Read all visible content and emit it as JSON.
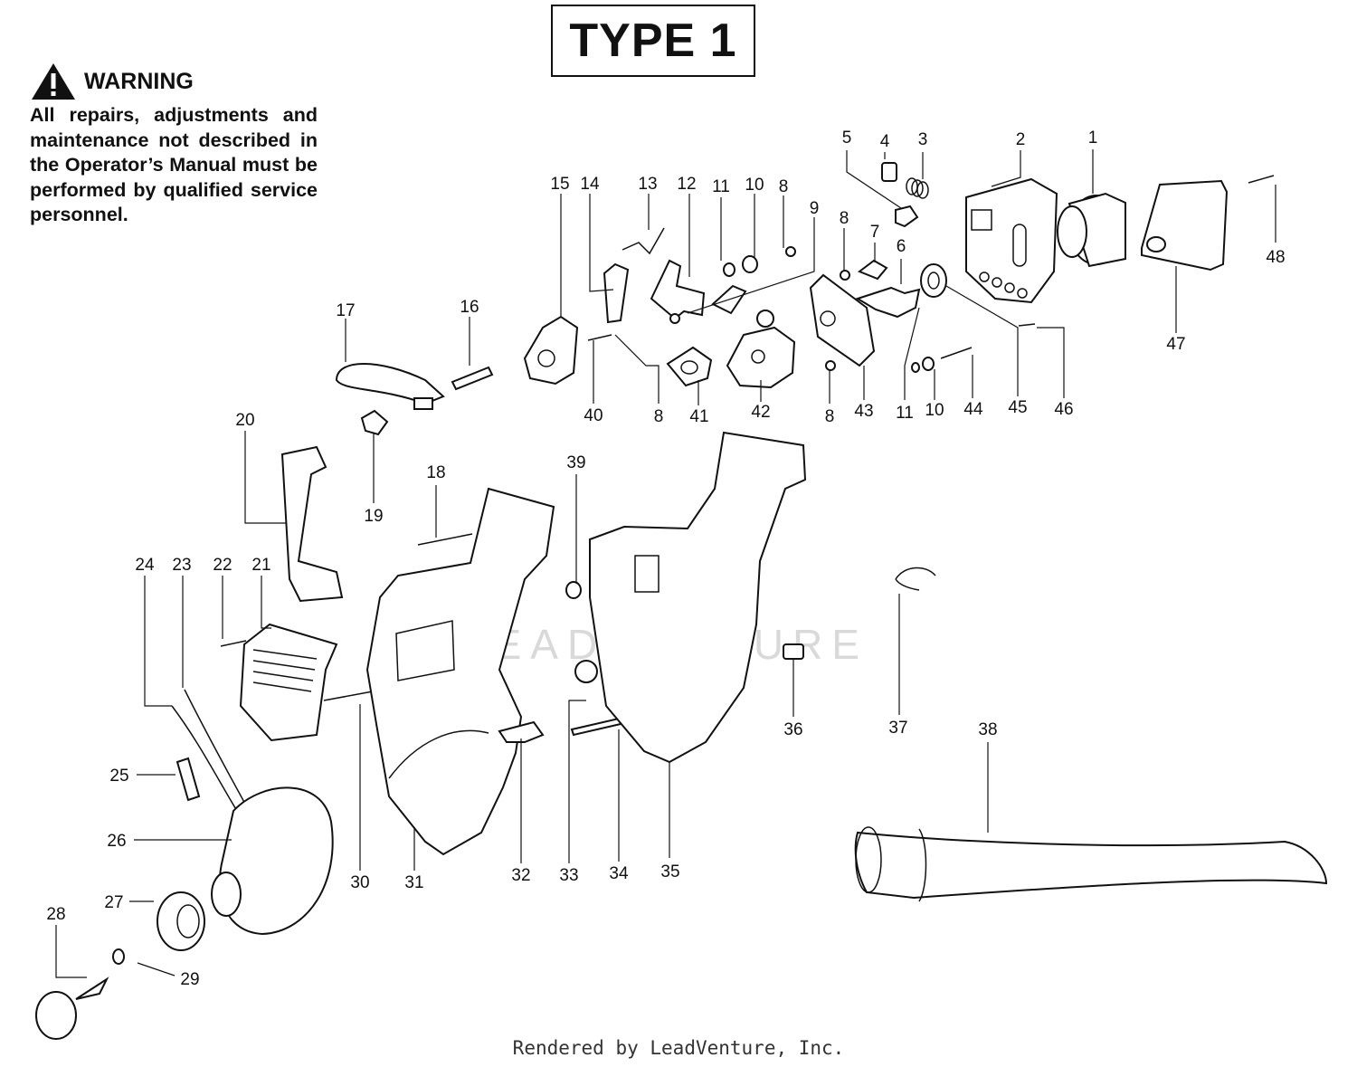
{
  "header": {
    "title": "TYPE 1"
  },
  "warning": {
    "label": "WARNING",
    "text": "All repairs, adjustments and maintenance not described in the Operator’s Manual must be performed by qualified service personnel."
  },
  "watermark": "LEADVENTURE",
  "footer": {
    "text": "Rendered by LeadVenture, Inc."
  },
  "callouts": [
    {
      "id": "c1",
      "label": "1"
    },
    {
      "id": "c2",
      "label": "2"
    },
    {
      "id": "c3",
      "label": "3"
    },
    {
      "id": "c4",
      "label": "4"
    },
    {
      "id": "c5",
      "label": "5"
    },
    {
      "id": "c6",
      "label": "6"
    },
    {
      "id": "c7",
      "label": "7"
    },
    {
      "id": "c8a",
      "label": "8"
    },
    {
      "id": "c8b",
      "label": "8"
    },
    {
      "id": "c8c",
      "label": "8"
    },
    {
      "id": "c8d",
      "label": "8"
    },
    {
      "id": "c9",
      "label": "9"
    },
    {
      "id": "c10a",
      "label": "10"
    },
    {
      "id": "c10b",
      "label": "10"
    },
    {
      "id": "c11a",
      "label": "11"
    },
    {
      "id": "c11b",
      "label": "11"
    },
    {
      "id": "c12",
      "label": "12"
    },
    {
      "id": "c13",
      "label": "13"
    },
    {
      "id": "c14",
      "label": "14"
    },
    {
      "id": "c15",
      "label": "15"
    },
    {
      "id": "c16",
      "label": "16"
    },
    {
      "id": "c17",
      "label": "17"
    },
    {
      "id": "c18",
      "label": "18"
    },
    {
      "id": "c19",
      "label": "19"
    },
    {
      "id": "c20",
      "label": "20"
    },
    {
      "id": "c21",
      "label": "21"
    },
    {
      "id": "c22",
      "label": "22"
    },
    {
      "id": "c23",
      "label": "23"
    },
    {
      "id": "c24",
      "label": "24"
    },
    {
      "id": "c25",
      "label": "25"
    },
    {
      "id": "c26",
      "label": "26"
    },
    {
      "id": "c27",
      "label": "27"
    },
    {
      "id": "c28",
      "label": "28"
    },
    {
      "id": "c29",
      "label": "29"
    },
    {
      "id": "c30",
      "label": "30"
    },
    {
      "id": "c31",
      "label": "31"
    },
    {
      "id": "c32",
      "label": "32"
    },
    {
      "id": "c33",
      "label": "33"
    },
    {
      "id": "c34",
      "label": "34"
    },
    {
      "id": "c35",
      "label": "35"
    },
    {
      "id": "c36",
      "label": "36"
    },
    {
      "id": "c37",
      "label": "37"
    },
    {
      "id": "c38",
      "label": "38"
    },
    {
      "id": "c39",
      "label": "39"
    },
    {
      "id": "c40",
      "label": "40"
    },
    {
      "id": "c41",
      "label": "41"
    },
    {
      "id": "c42",
      "label": "42"
    },
    {
      "id": "c43",
      "label": "43"
    },
    {
      "id": "c44",
      "label": "44"
    },
    {
      "id": "c45",
      "label": "45"
    },
    {
      "id": "c46",
      "label": "46"
    },
    {
      "id": "c47",
      "label": "47"
    },
    {
      "id": "c48",
      "label": "48"
    }
  ]
}
